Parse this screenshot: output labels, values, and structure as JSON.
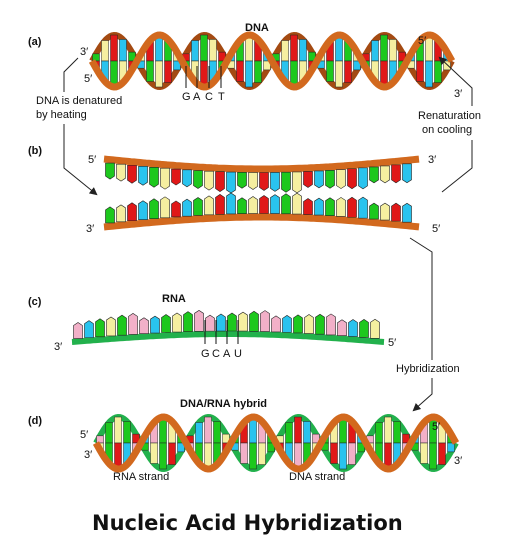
{
  "colors": {
    "backbone": "#d2691e",
    "backbone_dark": "#a44a12",
    "rna_backbone": "#22b14c",
    "base_green": "#1dc81d",
    "base_yellow": "#f5efa0",
    "base_red": "#e01818",
    "base_cyan": "#29c3ee",
    "base_pink": "#f2b0c8",
    "text": "#111111",
    "arrow": "#222222"
  },
  "panels": {
    "a": {
      "tag": "(a)",
      "title": "DNA",
      "end_left_top": "3′",
      "end_left_bottom": "5′",
      "end_right_top": "5′",
      "end_right_bottom": "3′",
      "bases": [
        "G",
        "A",
        "C",
        "T"
      ]
    },
    "b": {
      "tag": "(b)",
      "top_left": "5′",
      "top_right": "3′",
      "bottom_left": "3′",
      "bottom_right": "5′"
    },
    "c": {
      "tag": "(c)",
      "title": "RNA",
      "end_left": "3′",
      "end_right": "5′",
      "bases": [
        "G",
        "C",
        "A",
        "U"
      ]
    },
    "d": {
      "tag": "(d)",
      "title": "DNA/RNA hybrid",
      "end_left_top": "5′",
      "end_left_bottom": "3′",
      "end_right_top": "5′",
      "end_right_bottom": "3′",
      "rna_label": "RNA strand",
      "dna_label": "DNA strand"
    }
  },
  "annotations": {
    "denature_line1": "DNA is denatured",
    "denature_line2": "by heating",
    "renature_line1": "Renaturation",
    "renature_line2": "on cooling",
    "hybridization": "Hybridization"
  },
  "footer": {
    "title": "Nucleic Acid Hybridization"
  }
}
